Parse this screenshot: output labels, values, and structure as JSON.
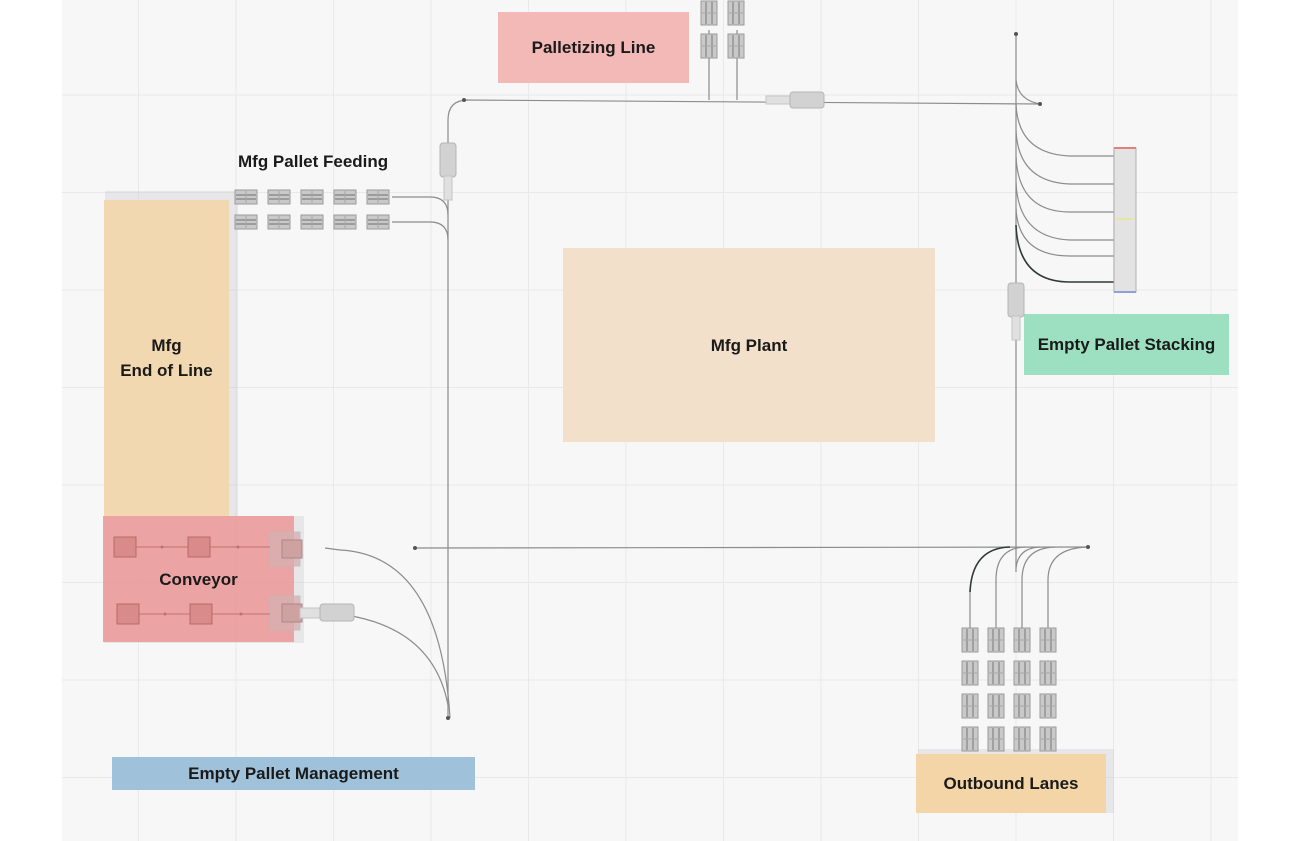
{
  "zones": {
    "palletizing_line": "Palletizing Line",
    "mfg_pallet_feeding": "Mfg Pallet Feeding",
    "mfg_end_of_line": "Mfg\nEnd of Line",
    "mfg_plant": "Mfg Plant",
    "empty_pallet_stacking": "Empty Pallet Stacking",
    "conveyor": "Conveyor",
    "empty_pallet_management": "Empty Pallet Management",
    "outbound_lanes": "Outbound Lanes"
  },
  "colors": {
    "canvas_bg": "#f7f7f7",
    "grid": "#e9e9e9",
    "palletizing": "#f2b9b6",
    "end_of_line": "#f2d8b0",
    "plant": "#f2e0cb",
    "stacking": "#9de0c1",
    "conveyor": "#ec9f9f",
    "management": "#9fc1d9",
    "outbound": "#f3d5a8",
    "path": "#8c8c8c",
    "path_dark": "#2e3b35"
  },
  "icons": {
    "pallet": "pallet-icon",
    "station": "conveyor-station-icon",
    "agv": "agv-vehicle-icon"
  }
}
